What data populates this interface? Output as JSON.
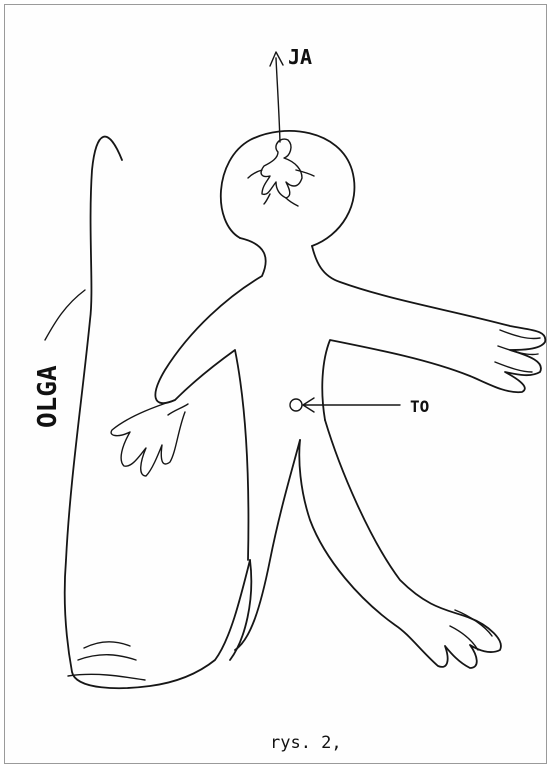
{
  "labels": {
    "self": "JA",
    "other": "TO",
    "person": "OLGA",
    "caption": "rys. 2,"
  },
  "colors": {
    "ink": "#161616",
    "paper": "#ffffff",
    "frame": "#9a9a9a"
  }
}
